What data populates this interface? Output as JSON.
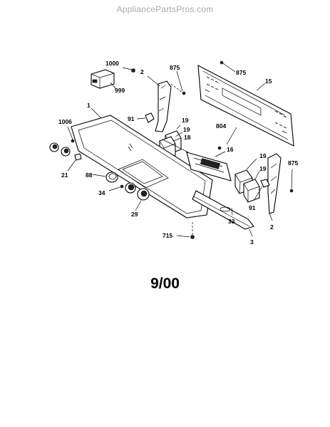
{
  "watermark": "AppliancePartsPros.com",
  "date_code": "9/00",
  "labels": {
    "p1000": "1000",
    "p999": "999",
    "p2_top": "2",
    "p875_top": "875",
    "p875_back": "875",
    "p15": "15",
    "p1": "1",
    "p91_top": "91",
    "p19_a": "19",
    "p19_b": "19",
    "p18": "18",
    "p804": "804",
    "p16": "16",
    "p1006": "1006",
    "p21": "21",
    "p88": "88",
    "p34": "34",
    "p29": "29",
    "p19_c": "19",
    "p19_d": "19",
    "p875_right": "875",
    "p33": "33",
    "p91_bottom": "91",
    "p2_bottom": "2",
    "p715": "715",
    "p3": "3"
  }
}
